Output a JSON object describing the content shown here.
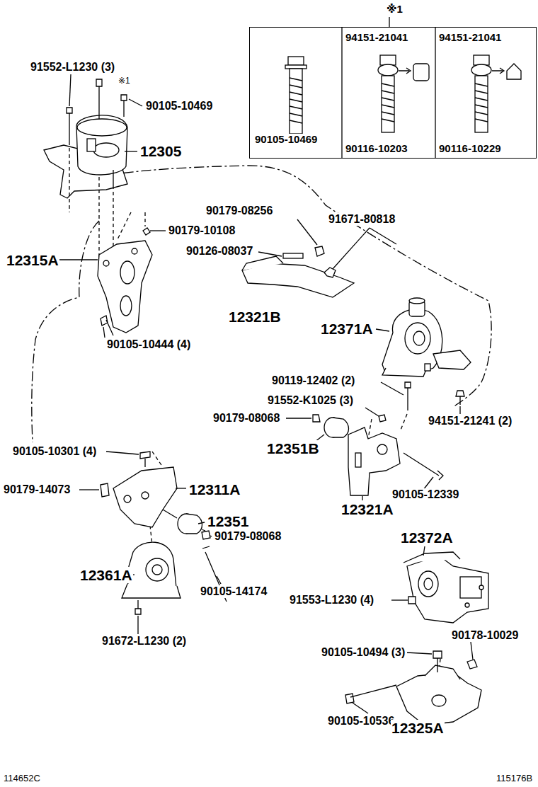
{
  "diagram": {
    "nodes": [
      {
        "text": [
          "※1",
          "94151-21041",
          "94151-21041",
          "90105-10469",
          "90116-10203",
          "90116-10229"
        ]
      }
    ],
    "edges": [],
    "labels": [
      "91552-L1230 (3)",
      "※1",
      "90105-10469",
      "12305",
      "90179-08256",
      "91671-80818",
      "90179-10108",
      "90126-08037",
      "12315A",
      "12321B",
      "12371A",
      "90105-10444 (4)",
      "90119-12402 (2)",
      "91552-K1025 (3)",
      "90179-08068",
      "94151-21241 (2)",
      "12351B",
      "90105-10301 (4)",
      "12311A",
      "90179-14073",
      "90105-12339",
      "12321A",
      "12351",
      "90179-08068",
      "12372A",
      "12361A",
      "90105-14174",
      "91553-L1230 (4)",
      "90178-10029",
      "91672-L1230 (2)",
      "90105-10494 (3)",
      "90105-10536",
      "12325A",
      "114652C",
      "115176B"
    ]
  }
}
